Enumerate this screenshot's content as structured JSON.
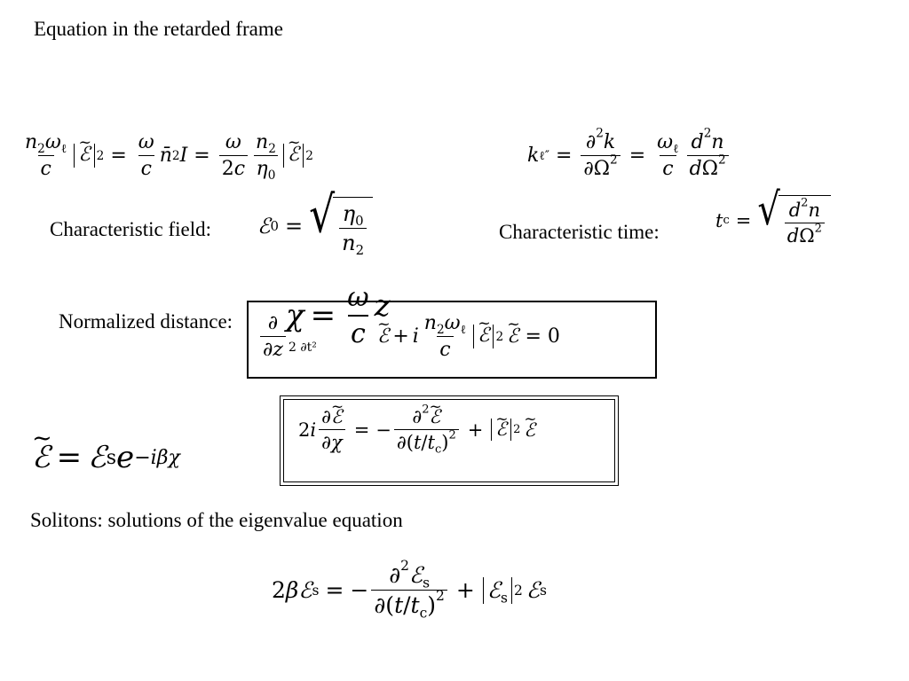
{
  "headings": {
    "retarded_frame": "Equation in the retarded frame",
    "characteristic_field": "Characteristic field:",
    "characteristic_time": "Characteristic time:",
    "normalized_distance": "Normalized distance:",
    "solitons": "Solitons: solutions of the eigenvalue equation"
  }
}
